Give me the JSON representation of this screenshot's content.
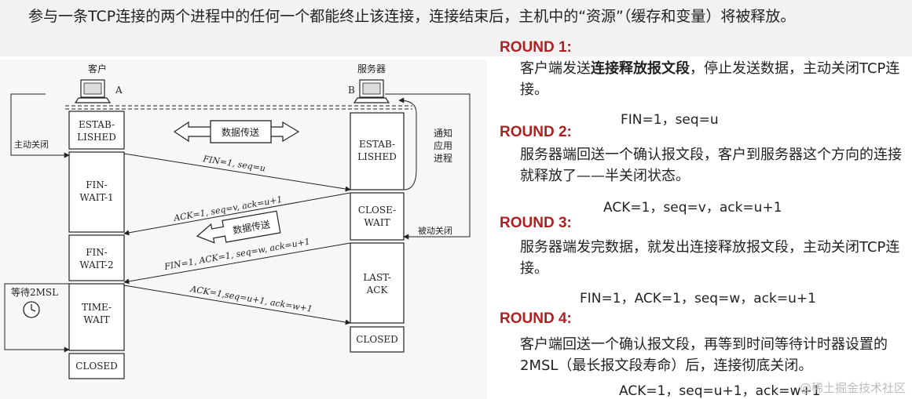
{
  "intro_text": "参与一条TCP连接的两个进程中的任何一个都能终止该连接，连接结束后，主机中的“资源”（缓存和变量）将被释放。",
  "diagram": {
    "client_label": "客户",
    "client_letter": "A",
    "server_label": "服务器",
    "server_letter": "B",
    "active_close": "主动关闭",
    "passive_close": "被动关闭",
    "notify_app": [
      "通知",
      "应用",
      "进程"
    ],
    "wait_2msl": "等待2MSL",
    "data_transfer_1": "数据传送",
    "data_transfer_2": "数据传送",
    "client_states": [
      [
        "ESTAB-",
        "LISHED"
      ],
      [
        "FIN-",
        "WAIT-1"
      ],
      [
        "FIN-",
        "WAIT-2"
      ],
      [
        "TIME-",
        "WAIT"
      ],
      [
        "CLOSED"
      ]
    ],
    "server_states": [
      [
        "ESTAB-",
        "LISHED"
      ],
      [
        "CLOSE-",
        "WAIT"
      ],
      [
        "LAST-",
        "ACK"
      ],
      [
        "CLOSED"
      ]
    ],
    "messages": [
      "FIN=1, seq=u",
      "ACK=1, seq=v, ack=u+1",
      "FIN=1, ACK=1, seq=w, ack=u+1",
      "ACK=1,seq=u+1, ack=w+1"
    ]
  },
  "rounds": [
    {
      "title": "ROUND 1:",
      "desc_pre": "客户端发送",
      "desc_bold": "连接释放报文段",
      "desc_post": "，停止发送数据，主动关闭TCP连接。",
      "formula": "FIN=1，seq=u"
    },
    {
      "title": "ROUND 2:",
      "desc_pre": "服务器端回送一个确认报文段，客户到服务器这个方向的连接就释放了——半关闭状态。",
      "desc_bold": "",
      "desc_post": "",
      "formula": "ACK=1，seq=v，ack=u+1"
    },
    {
      "title": "ROUND 3:",
      "desc_pre": "服务器端发完数据，就发出连接释放报文段，主动关闭TCP连接。",
      "desc_bold": "",
      "desc_post": "",
      "formula": "FIN=1，ACK=1，seq=w，ack=u+1"
    },
    {
      "title": "ROUND 4:",
      "desc_pre": "客户端回送一个确认报文段，再等到时间等待计时器设置的2MSL（最长报文段寿命）后，连接彻底关闭。",
      "desc_bold": "",
      "desc_post": "",
      "formula": "ACK=1，seq=u+1，ack=w+1"
    }
  ],
  "watermark": "@稀土掘金技术社区"
}
